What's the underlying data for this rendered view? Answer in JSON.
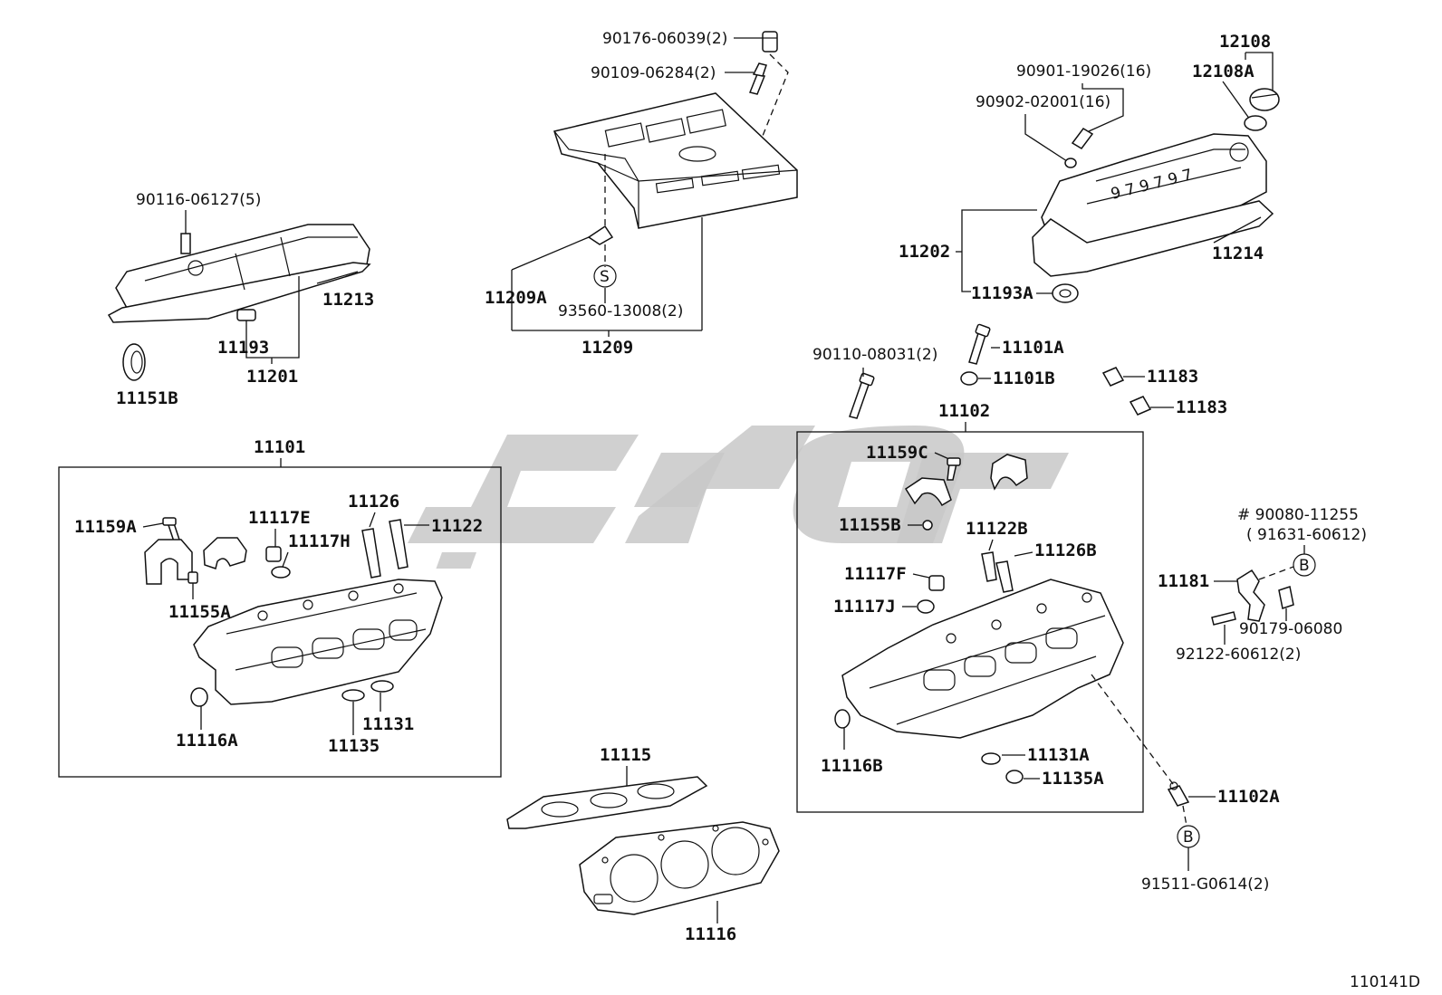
{
  "diagram_code": "110141D",
  "watermark": {
    "color": "#c8c8c8"
  },
  "colors": {
    "ink": "#111111",
    "background": "#ffffff"
  },
  "labels": {
    "p90176": "90176-06039(2)",
    "p90109": "90109-06284(2)",
    "p11209A": "11209A",
    "pS": "S",
    "p93560": "93560-13008(2)",
    "p11209": "11209",
    "p90116": "90116-06127(5)",
    "p11213": "11213",
    "p11193": "11193",
    "p11201": "11201",
    "p11151B": "11151B",
    "p90901": "90901-19026(16)",
    "p90902": "90902-02001(16)",
    "p12108": "12108",
    "p12108A": "12108A",
    "p11202": "11202",
    "p11214": "11214",
    "p11193A": "11193A",
    "p90110": "90110-08031(2)",
    "p11101A": "11101A",
    "p11101B": "11101B",
    "p11183a": "11183",
    "p11183b": "11183",
    "p11102": "11102",
    "p11101": "11101",
    "p11159A": "11159A",
    "p11117E": "11117E",
    "p11117H": "11117H",
    "p11126": "11126",
    "p11122": "11122",
    "p11155A": "11155A",
    "p11116A": "11116A",
    "p11135": "11135",
    "p11131": "11131",
    "p11159C": "11159C",
    "p11155B": "11155B",
    "p11122B": "11122B",
    "p11126B": "11126B",
    "p11117F": "11117F",
    "p11117J": "11117J",
    "p11116B": "11116B",
    "p11131A": "11131A",
    "p11135A": "11135A",
    "p11102A": "11102A",
    "p90080": "# 90080-11255",
    "p91631": "( 91631-60612)",
    "pB1": "B",
    "p11181": "11181",
    "p90179": "90179-06080",
    "p92122": "92122-60612(2)",
    "pB2": "B",
    "p91511": "91511-G0614(2)",
    "p11115": "11115",
    "p11116": "11116"
  }
}
